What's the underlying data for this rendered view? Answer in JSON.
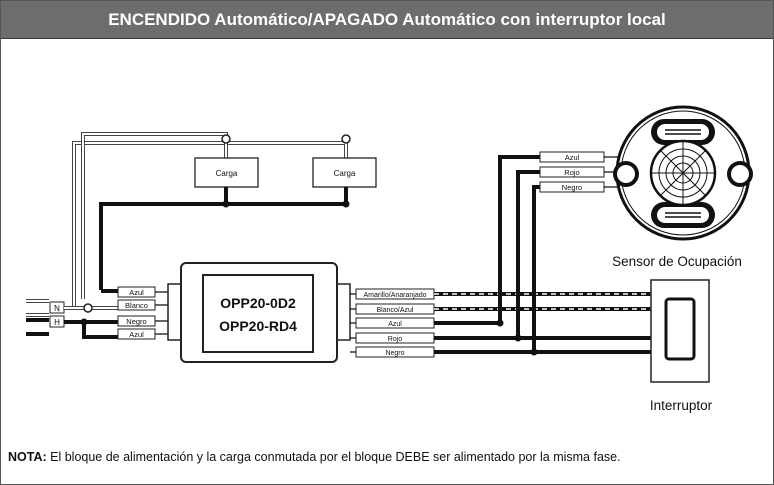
{
  "title": "ENCENDIDO Automático/APAGADO Automático con interruptor local",
  "loads": [
    "Carga",
    "Carga"
  ],
  "terminals": {
    "neutral": "N",
    "hot": "H"
  },
  "power_pack": {
    "model_line1": "OPP20-0D2",
    "model_line2": "OPP20-RD4",
    "left_wires": [
      "Azul",
      "Blanco",
      "Negro",
      "Azul"
    ],
    "right_wires": [
      "Amarillo/Anaranjado",
      "Blanco/Azul",
      "Azul",
      "Rojo",
      "Negro"
    ]
  },
  "sensor": {
    "label": "Sensor de Ocupación",
    "wires": [
      "Azul",
      "Rojo",
      "Negro"
    ]
  },
  "switch": {
    "label": "Interruptor"
  },
  "note": {
    "prefix": "NOTA:",
    "text": " El bloque de alimentación y la carga conmutada por el bloque DEBE ser alimentado por la misma fase."
  }
}
